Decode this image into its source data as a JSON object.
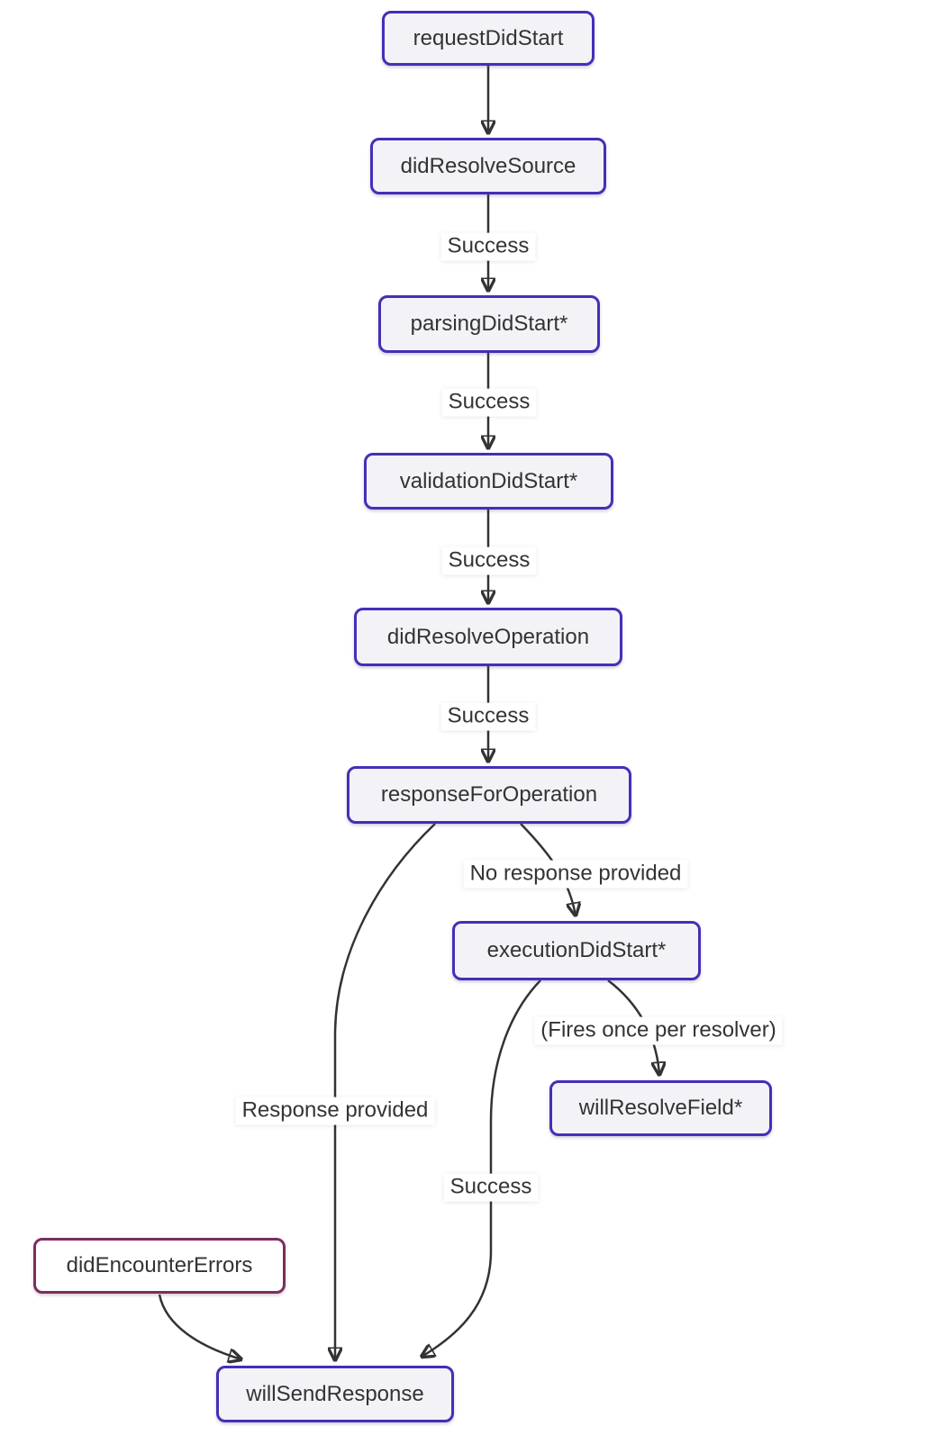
{
  "diagram": {
    "type": "flowchart",
    "colors": {
      "node-border": "#4230b8",
      "node-fill": "#f3f3f7",
      "error-node-border": "#7d2d5f",
      "error-node-fill": "#ffffff",
      "edge-color": "#333333",
      "text-color": "#333333",
      "edge-label-bg": "#ffffff",
      "page-bg": "#ffffff"
    },
    "nodes": {
      "requestDidStart": {
        "label": "requestDidStart"
      },
      "didResolveSource": {
        "label": "didResolveSource"
      },
      "parsingDidStart": {
        "label": "parsingDidStart*"
      },
      "validationDidStart": {
        "label": "validationDidStart*"
      },
      "didResolveOperation": {
        "label": "didResolveOperation"
      },
      "responseForOperation": {
        "label": "responseForOperation"
      },
      "executionDidStart": {
        "label": "executionDidStart*"
      },
      "willResolveField": {
        "label": "willResolveField*"
      },
      "didEncounterErrors": {
        "label": "didEncounterErrors"
      },
      "willSendResponse": {
        "label": "willSendResponse"
      }
    },
    "edges": {
      "requestDidStart_didResolveSource": {
        "from": "requestDidStart",
        "to": "didResolveSource",
        "label": ""
      },
      "didResolveSource_parsingDidStart": {
        "from": "didResolveSource",
        "to": "parsingDidStart",
        "label": "Success"
      },
      "parsingDidStart_validationDidStart": {
        "from": "parsingDidStart",
        "to": "validationDidStart",
        "label": "Success"
      },
      "validationDidStart_didResolveOperation": {
        "from": "validationDidStart",
        "to": "didResolveOperation",
        "label": "Success"
      },
      "didResolveOperation_responseForOperation": {
        "from": "didResolveOperation",
        "to": "responseForOperation",
        "label": "Success"
      },
      "responseForOperation_willSendResponse": {
        "from": "responseForOperation",
        "to": "willSendResponse",
        "label": "Response provided"
      },
      "responseForOperation_executionDidStart": {
        "from": "responseForOperation",
        "to": "executionDidStart",
        "label": "No response provided"
      },
      "executionDidStart_willResolveField": {
        "from": "executionDidStart",
        "to": "willResolveField",
        "label": "(Fires once per resolver)"
      },
      "executionDidStart_willSendResponse": {
        "from": "executionDidStart",
        "to": "willSendResponse",
        "label": "Success"
      },
      "didEncounterErrors_willSendResponse": {
        "from": "didEncounterErrors",
        "to": "willSendResponse",
        "label": ""
      }
    }
  }
}
